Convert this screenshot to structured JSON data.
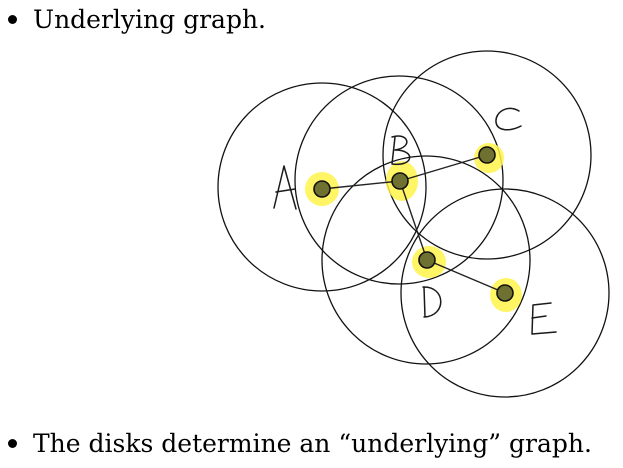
{
  "bullets": {
    "top": "Underlying graph.",
    "bottom": "The disks determine an “underlying” graph."
  },
  "nodes": [
    {
      "id": "A",
      "label": "A"
    },
    {
      "id": "B",
      "label": "B"
    },
    {
      "id": "C",
      "label": "C"
    },
    {
      "id": "D",
      "label": "D"
    },
    {
      "id": "E",
      "label": "E"
    }
  ],
  "edges": [
    [
      "A",
      "B"
    ],
    [
      "B",
      "C"
    ],
    [
      "B",
      "D"
    ],
    [
      "D",
      "E"
    ]
  ],
  "colors": {
    "highlight": "#fff34a",
    "node": "#6f7131",
    "stroke": "#111111"
  }
}
